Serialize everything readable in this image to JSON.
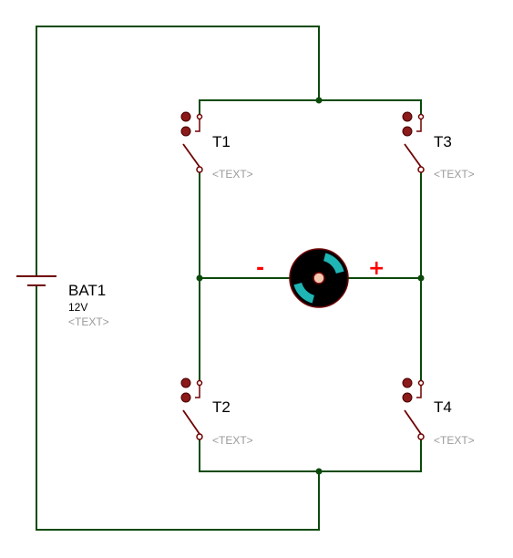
{
  "battery": {
    "name": "BAT1",
    "value": "12V",
    "text": "<TEXT>"
  },
  "switches": [
    {
      "id": "t1",
      "name": "T1",
      "text": "<TEXT>"
    },
    {
      "id": "t3",
      "name": "T3",
      "text": "<TEXT>"
    },
    {
      "id": "t2",
      "name": "T2",
      "text": "<TEXT>"
    },
    {
      "id": "t4",
      "name": "T4",
      "text": "<TEXT>"
    }
  ],
  "motor": {
    "minus": "-",
    "plus": "+"
  },
  "colors": {
    "wire": "#0b4a0b",
    "component": "#6e0000",
    "contact": "#8b1a1a",
    "polarity": "#ff0000",
    "motor_body": "#000000",
    "motor_rotor": "#1fb5b5",
    "placeholder_text": "#9a9a9a"
  }
}
